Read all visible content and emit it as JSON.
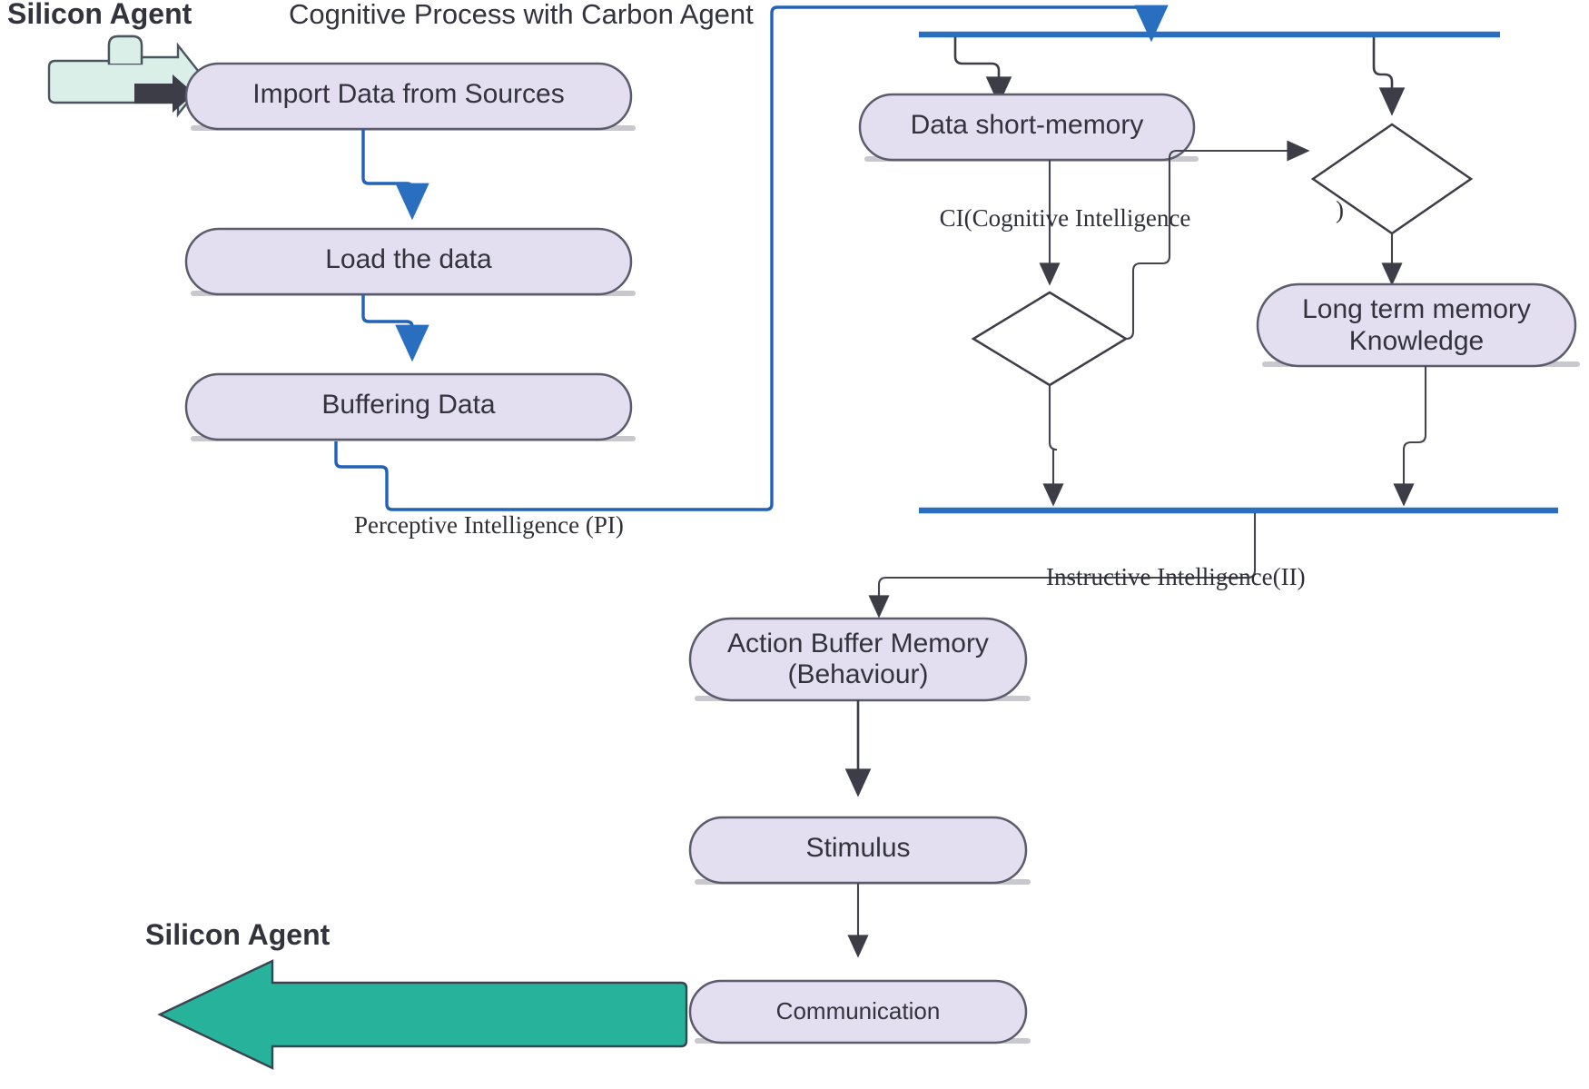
{
  "page": {
    "title_top": "Cognitive Process  with Carbon Agent",
    "agent_top_label": "Silicon Agent",
    "agent_bottom_label": "Silicon Agent"
  },
  "nodes": {
    "import_data": "Import Data from Sources",
    "load_data": "Load the data",
    "buffering_data": "Buffering Data",
    "data_short_memory": "Data short-memory",
    "long_term_memory_line1": "Long term memory",
    "long_term_memory_line2": "Knowledge",
    "action_buffer_line1": "Action Buffer Memory",
    "action_buffer_line2": "(Behaviour)",
    "stimulus": "Stimulus",
    "communication": "Communication"
  },
  "edge_labels": {
    "perceptive_intelligence": "Perceptive Intelligence (PI)",
    "cognitive_intelligence": "CI(Cognitive Intelligence",
    "cognitive_intelligence_paren": ")",
    "instructive_intelligence": "Instructive Intelligence(II)"
  },
  "colors": {
    "node_fill": "#e4dff0",
    "node_stroke": "#5b5c6b",
    "decision_fill": "#ffffff",
    "flow_blue": "#2a6ec0",
    "edge_dark": "#3c3d46",
    "silicon_in_fill": "#d9efe8",
    "silicon_out_fill": "#27b39b",
    "text": "#32333d",
    "background": "#ffffff"
  },
  "icons": {
    "inbound_agent": "right-arrow-icon",
    "outbound_agent": "left-arrow-icon"
  }
}
